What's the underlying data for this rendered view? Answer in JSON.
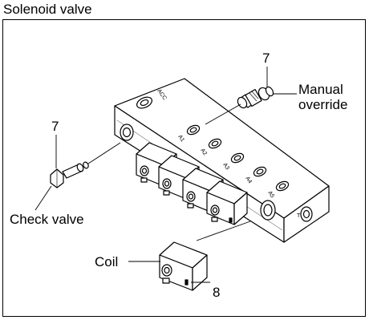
{
  "title": "Solenoid valve",
  "callouts": {
    "check_valve_number": "7",
    "check_valve_label": "Check valve",
    "manual_override_number": "7",
    "manual_override_label_line1": "Manual",
    "manual_override_label_line2": "override",
    "coil_label": "Coil",
    "coil_number": "8"
  },
  "port_labels": {
    "acc": "ACC",
    "a1": "A1",
    "a2": "A2",
    "a3": "A3",
    "a4": "A4",
    "a5": "A5",
    "t": "T"
  }
}
